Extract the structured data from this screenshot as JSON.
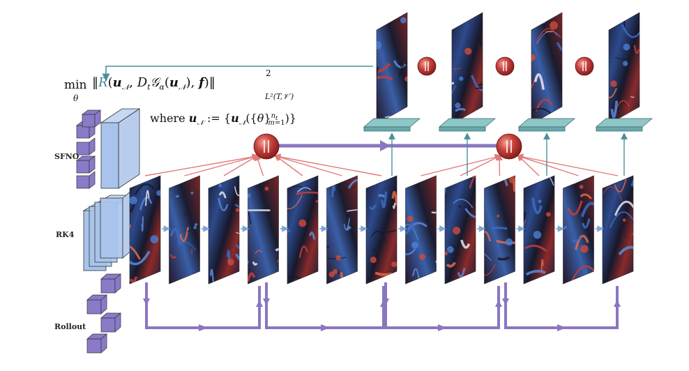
{
  "labels": {
    "sfno": "SFNO",
    "rk4": "RK4",
    "rollout": "Rollout"
  },
  "equation": {
    "min": "min",
    "min_sub": "θ",
    "norm_space": "L²(T,𝒱′)",
    "power": "2",
    "where": "where"
  },
  "colors": {
    "teal_arrow": "#4b8f9b",
    "red_arrow": "#e07a7a",
    "purple": "#8a76c0",
    "purple_dark": "#7b67b4",
    "sfno_block": "#a8c4ec",
    "red_ball": "#c0302f",
    "blue_arrow": "#7fa6d8",
    "plate": "#8fc7c7"
  },
  "diagram": {
    "bottom_frame_count": 13,
    "top_frame_count": 4,
    "icons": [
      "norm-ball-icon",
      "sfno-block-icon",
      "rk4-block-icon",
      "rollout-cube-icon"
    ]
  }
}
